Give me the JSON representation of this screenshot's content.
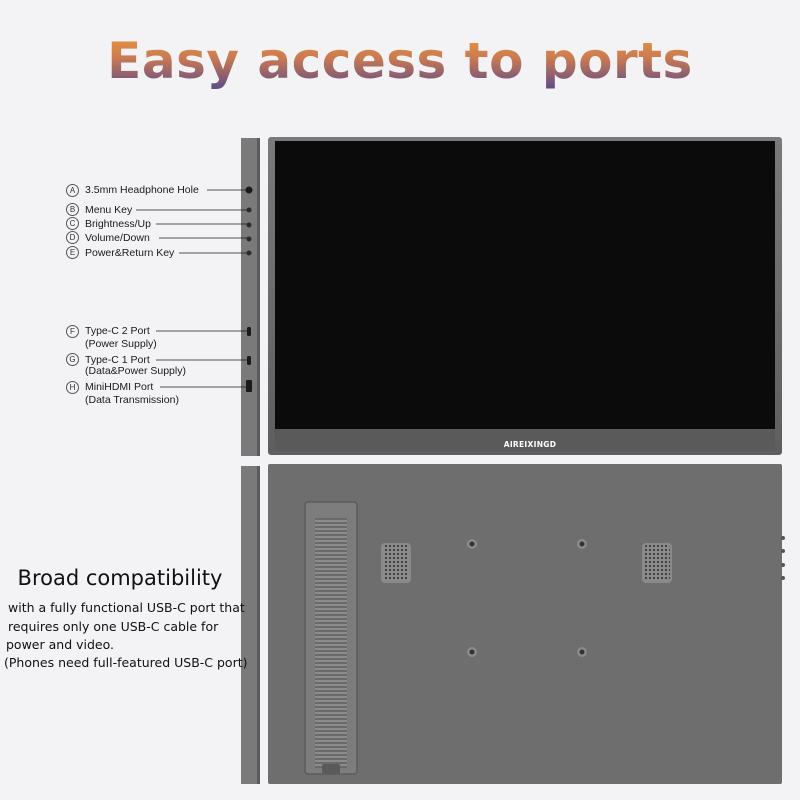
{
  "headline": "Easy access to ports",
  "brand": "AIREIXINGD",
  "colors": {
    "background": "#f3f3f5",
    "headline_top": "#f09a3a",
    "headline_bottom": "#5a4a8a",
    "monitor_frame": "#6b6b6b",
    "screen": "#0b0b0b",
    "back_panel": "#6e6e6e"
  },
  "ports": [
    {
      "letter": "A",
      "label": "3.5mm Headphone Hole",
      "sub": ""
    },
    {
      "letter": "B",
      "label": "Menu Key",
      "sub": ""
    },
    {
      "letter": "C",
      "label": "Brightness/Up",
      "sub": ""
    },
    {
      "letter": "D",
      "label": "Volume/Down",
      "sub": ""
    },
    {
      "letter": "E",
      "label": "Power&Return Key",
      "sub": ""
    },
    {
      "letter": "F",
      "label": "Type-C 2  Port",
      "sub": "(Power Supply)"
    },
    {
      "letter": "G",
      "label": "Type-C 1  Port",
      "sub": "(Data&Power Supply)"
    },
    {
      "letter": "H",
      "label": "MiniHDMI Port",
      "sub": "(Data Transmission)"
    }
  ],
  "compat": {
    "title": "Broad compatibility",
    "lines": [
      "with a fully functional USB-C port that",
      "requires only one USB-C cable for",
      "power and video.",
      "(Phones need full-featured USB-C port)"
    ]
  }
}
